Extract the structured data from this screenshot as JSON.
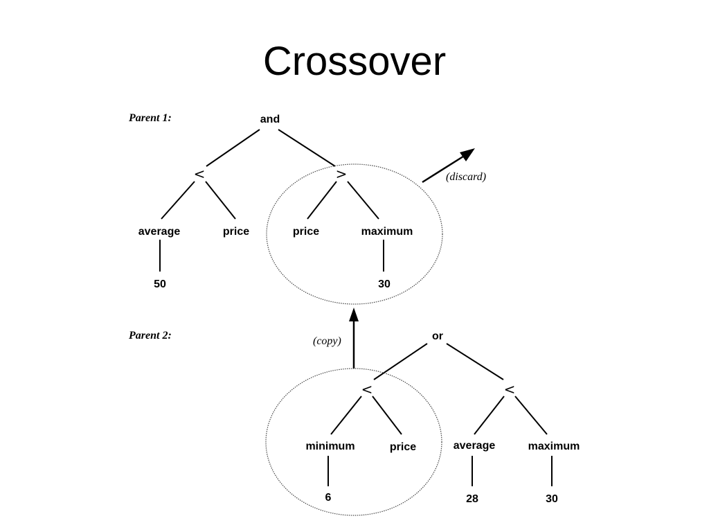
{
  "title": "Crossover",
  "parent1": {
    "label": "Parent 1:",
    "root": "and",
    "left_op": "<",
    "right_op": ">",
    "leaf_average": "average",
    "leaf_price_left": "price",
    "leaf_price_right": "price",
    "leaf_maximum": "maximum",
    "value_average": "50",
    "value_maximum": "30",
    "discard_label": "(discard)"
  },
  "parent2": {
    "label": "Parent 2:",
    "root": "or",
    "left_op": "<",
    "right_op": "<",
    "leaf_minimum": "minimum",
    "leaf_price": "price",
    "leaf_average": "average",
    "leaf_maximum": "maximum",
    "value_minimum": "6",
    "value_average": "28",
    "value_maximum": "30",
    "copy_label": "(copy)"
  }
}
